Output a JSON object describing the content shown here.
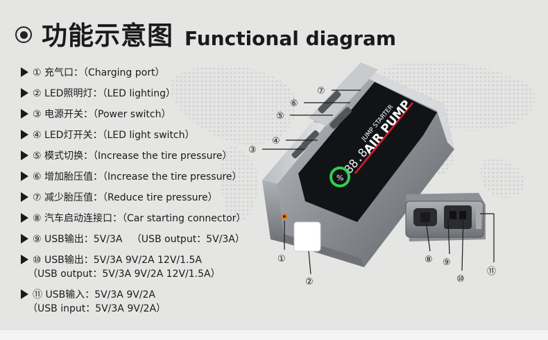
{
  "title": {
    "cn": "功能示意图",
    "en": "Functional diagram"
  },
  "items": [
    {
      "num": "①",
      "cn": "充气口：",
      "en": "（Charging port）"
    },
    {
      "num": "②",
      "cn": "LED照明灯：",
      "en": "（LED lighting）"
    },
    {
      "num": "③",
      "cn": "电源开关：",
      "en": "（Power switch）"
    },
    {
      "num": "④",
      "cn": "LED灯开关：",
      "en": "（LED light switch）"
    },
    {
      "num": "⑤",
      "cn": "模式切换：",
      "en": "（Increase the tire pressure）"
    },
    {
      "num": "⑥",
      "cn": "增加胎压值：",
      "en": "（Increase the tire pressure）"
    },
    {
      "num": "⑦",
      "cn": "减少胎压值：",
      "en": "（Reduce tire pressure）"
    },
    {
      "num": "⑧",
      "cn": "汽车启动连接口：",
      "en": "（Car starting connector）"
    },
    {
      "num": "⑨",
      "cn": "USB输出：5V/3A",
      "en": "（USB output：5V/3A）"
    },
    {
      "num": "⑩",
      "cn": "USB输出：5V/3A 9V/2A 12V/1.5A",
      "en": "（USB output：5V/3A 9V/2A 12V/1.5A）"
    },
    {
      "num": "⑪",
      "cn": "USB输入：5V/3A 9V/2A",
      "en": "（USB input：5V/3A 9V/2A）"
    }
  ],
  "device": {
    "brand_top": "JUMP STARTER",
    "brand_main": "AIR PUMP",
    "display_digits": "88.8",
    "percent_symbol": "%",
    "callouts": [
      "①",
      "②",
      "③",
      "④",
      "⑤",
      "⑥",
      "⑦",
      "⑧",
      "⑨",
      "⑩",
      "⑪"
    ]
  },
  "colors": {
    "accent": "#d8202a",
    "led_green": "#2fcf4f",
    "display": "#111316",
    "body": "#9a9ea3"
  }
}
